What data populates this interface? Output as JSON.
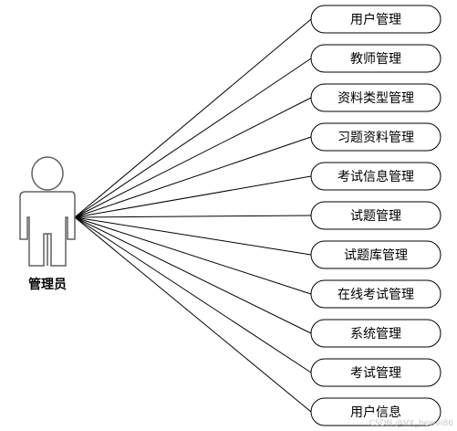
{
  "diagram": {
    "actor": {
      "label": "管理员",
      "icon": "person-icon"
    },
    "use_cases": [
      "用户管理",
      "教师管理",
      "资料类型管理",
      "习题资料管理",
      "考试信息管理",
      "试题管理",
      "试题库管理",
      "在线考试管理",
      "系统管理",
      "考试管理",
      "用户信息"
    ]
  },
  "watermark": {
    "text": "CSDN @VX_hewei86"
  },
  "colors": {
    "line": "#000000",
    "actor_stroke": "#606060",
    "box_stroke": "#000000",
    "background": "#ffffff"
  }
}
